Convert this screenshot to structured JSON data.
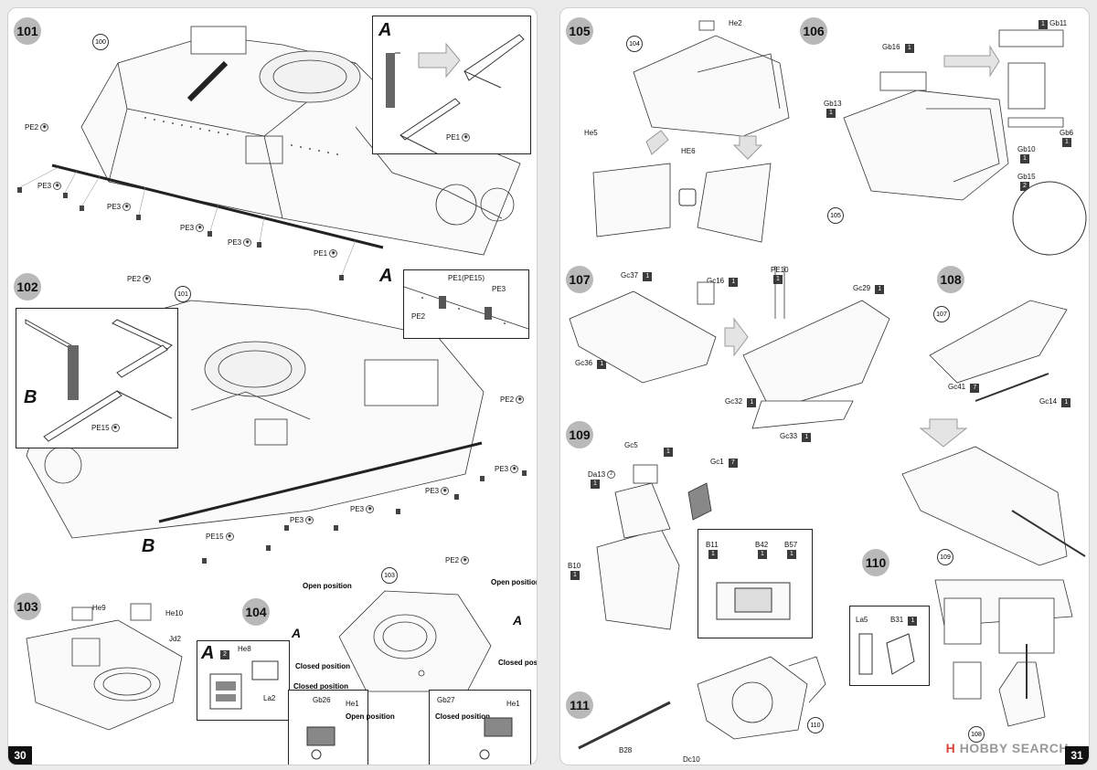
{
  "pages": {
    "left_number": "30",
    "right_number": "31"
  },
  "steps": {
    "s101": "101",
    "s102": "102",
    "s103": "103",
    "s104": "104",
    "s105": "105",
    "s106": "106",
    "s107": "107",
    "s108": "108",
    "s109": "109",
    "s110": "110",
    "s111": "111"
  },
  "refs": {
    "r100": "100",
    "r101": "101",
    "r103": "103",
    "r104": "104",
    "r105": "105",
    "r107": "107",
    "r109": "109",
    "r110": "110",
    "r108": "108"
  },
  "letters": {
    "A": "A",
    "B": "B"
  },
  "labels": {
    "pe1": "PE1",
    "pe2": "PE2",
    "pe3": "PE3",
    "pe15": "PE15",
    "pe1pe15": "PE1(PE15)",
    "he2": "He2",
    "he5": "He5",
    "he6": "HE6",
    "he8": "He8",
    "he9": "He9",
    "he10": "He10",
    "he1": "He1",
    "jd2": "Jd2",
    "la2": "La2",
    "la5": "La5",
    "gb26": "Gb26",
    "gb27": "Gb27",
    "gb11": "Gb11",
    "gb16": "Gb16",
    "gb13": "Gb13",
    "gb6": "Gb6",
    "gb10": "Gb10",
    "gb15": "Gb15",
    "gc37": "Gc37",
    "gc16": "Gc16",
    "gc36": "Gc36",
    "gc32": "Gc32",
    "gc33": "Gc33",
    "gc29": "Gc29",
    "pe10": "PE10",
    "gc41": "Gc41",
    "gc14": "Gc14",
    "gc5": "Gc5",
    "gc1": "Gc1",
    "da13": "Da13",
    "b10": "B10",
    "b11": "B11",
    "b42": "B42",
    "b57": "B57",
    "b31": "B31",
    "b28": "B28",
    "dc10": "Dc10"
  },
  "quantities": {
    "one": "1",
    "two": "2",
    "seven": "7"
  },
  "position_text": {
    "open": "Open position",
    "closed": "Closed position"
  },
  "watermark": {
    "prefix": "H",
    "text": "HOBBY SEARCH"
  }
}
